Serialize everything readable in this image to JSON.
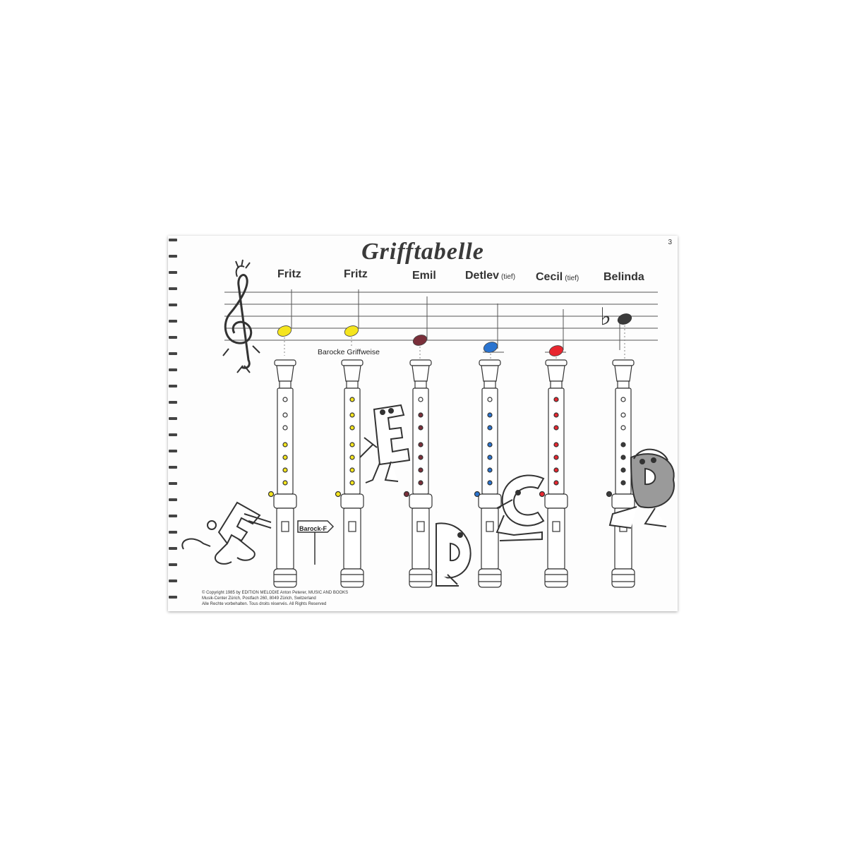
{
  "page": {
    "title": "Grifftabelle",
    "page_number": "3",
    "barocke_label": "Barocke Griffweise",
    "sign_label": "Barock-F",
    "copyright_lines": [
      "© Copyright 1985 by EDITION MELODIE Anton Peterer, MUSIC AND BOOKS",
      "Musik-Center Zürich, Postfach 260, 8049 Zürich, Switzerland",
      "Alle Rechte vorbehalten. Tous droits réservés. All Rights Reserved"
    ]
  },
  "notes": [
    {
      "name": "Fritz",
      "qualifier": "",
      "color": "#f5e51e"
    },
    {
      "name": "Fritz",
      "qualifier": "",
      "color": "#f5e51e"
    },
    {
      "name": "Emil",
      "qualifier": "",
      "color": "#7a2f3a"
    },
    {
      "name": "Detlev",
      "qualifier": "(tief)",
      "color": "#2a74d0"
    },
    {
      "name": "Cecil",
      "qualifier": "(tief)",
      "color": "#e8262f"
    },
    {
      "name": "Belinda",
      "qualifier": "",
      "color": "#3b3b3b"
    }
  ],
  "flat_symbol": "♭",
  "colors": {
    "yellow": "#f5e51e",
    "plum": "#7a2f3a",
    "blue": "#2a74d0",
    "red": "#e8262f",
    "dark": "#3b3b3b"
  }
}
